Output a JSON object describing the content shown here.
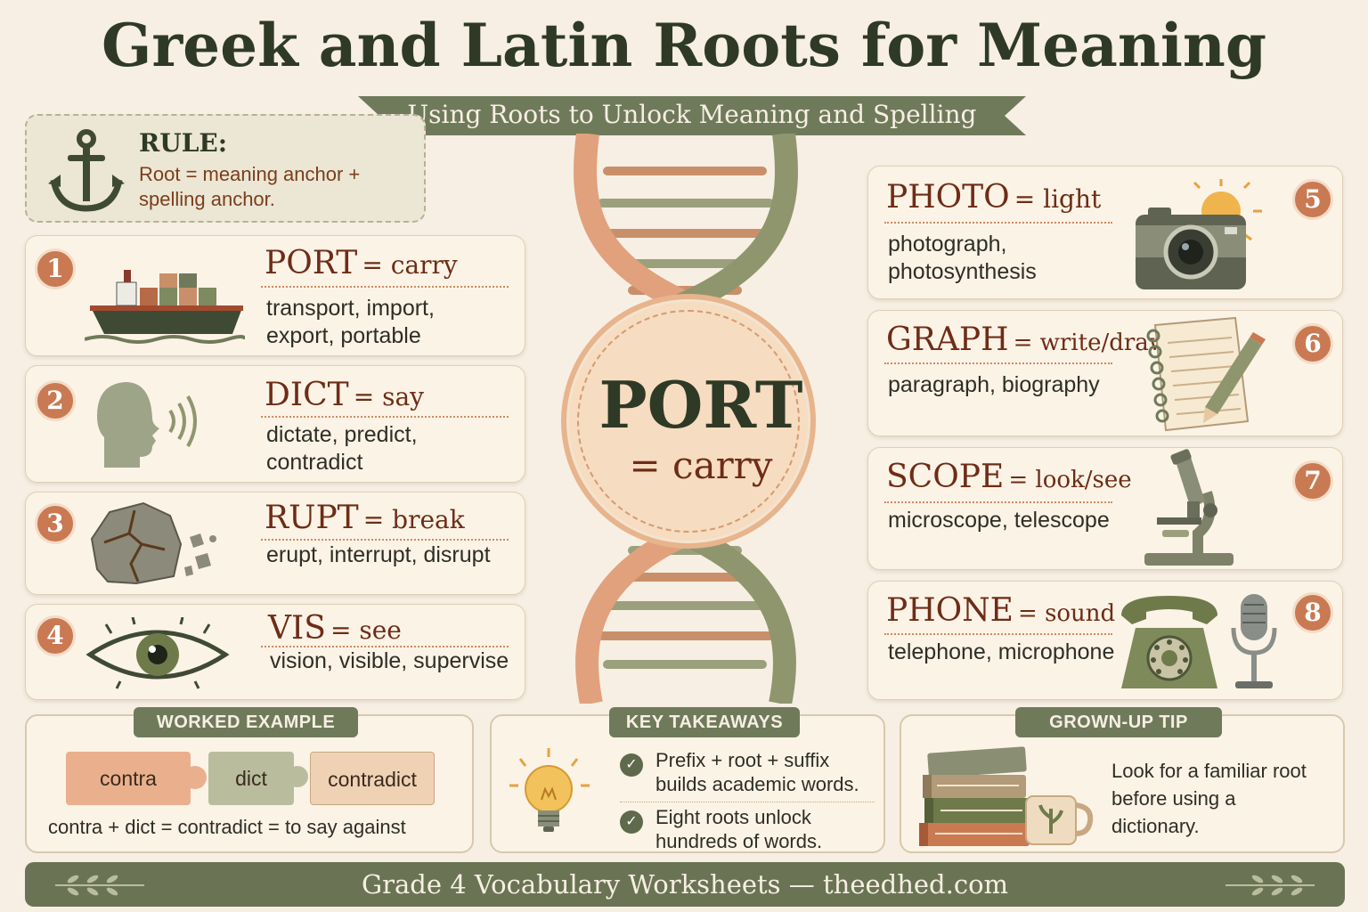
{
  "title": "Greek and Latin Roots for Meaning",
  "subtitle": "Using Roots to Unlock Meaning and Spelling",
  "rule": {
    "label": "RULE:",
    "text": "Root = meaning anchor + spelling anchor.",
    "icon": "anchor-icon"
  },
  "center": {
    "root": "PORT",
    "meaning": "= carry"
  },
  "roots": [
    {
      "number": "1",
      "root": "PORT",
      "meaning": "= carry",
      "examples": "transport, import, export, portable",
      "icon": "cargo-ship-icon"
    },
    {
      "number": "2",
      "root": "DICT",
      "meaning": "= say",
      "examples": "dictate, predict, contradict",
      "icon": "speaking-head-icon"
    },
    {
      "number": "3",
      "root": "RUPT",
      "meaning": "= break",
      "examples": "erupt, interrupt, disrupt",
      "icon": "cracked-rock-icon"
    },
    {
      "number": "4",
      "root": "VIS",
      "meaning": "= see",
      "examples": "vision, visible, supervise",
      "icon": "eye-icon"
    },
    {
      "number": "5",
      "root": "PHOTO",
      "meaning": "= light",
      "examples": "photograph, photosynthesis",
      "icon": "camera-sun-icon"
    },
    {
      "number": "6",
      "root": "GRAPH",
      "meaning": "= write/draw",
      "examples": "paragraph, biography",
      "icon": "notepad-pencil-icon"
    },
    {
      "number": "7",
      "root": "SCOPE",
      "meaning": "= look/see",
      "examples": "microscope, telescope",
      "icon": "microscope-icon"
    },
    {
      "number": "8",
      "root": "PHONE",
      "meaning": "= sound",
      "examples": "telephone, microphone",
      "icon": "telephone-microphone-icon"
    }
  ],
  "worked_example": {
    "tab": "WORKED EXAMPLE",
    "pieces": [
      "contra",
      "dict",
      "contradict"
    ],
    "equation": "contra + dict = contradict = to say against"
  },
  "key_takeaways": {
    "tab": "KEY TAKEAWAYS",
    "items": [
      "Prefix + root + suffix builds academic words.",
      "Eight roots unlock hundreds of words."
    ],
    "icon": "lightbulb-icon"
  },
  "grownup_tip": {
    "tab": "GROWN-UP TIP",
    "text": "Look for a familiar root before using a dictionary.",
    "icon": "books-mug-icon"
  },
  "footer": "Grade 4 Vocabulary Worksheets — theedhed.com",
  "colors": {
    "olive": "#6f7a5a",
    "terracotta": "#c97a52",
    "rust_text": "#6e2c16",
    "background": "#f7efe3"
  }
}
